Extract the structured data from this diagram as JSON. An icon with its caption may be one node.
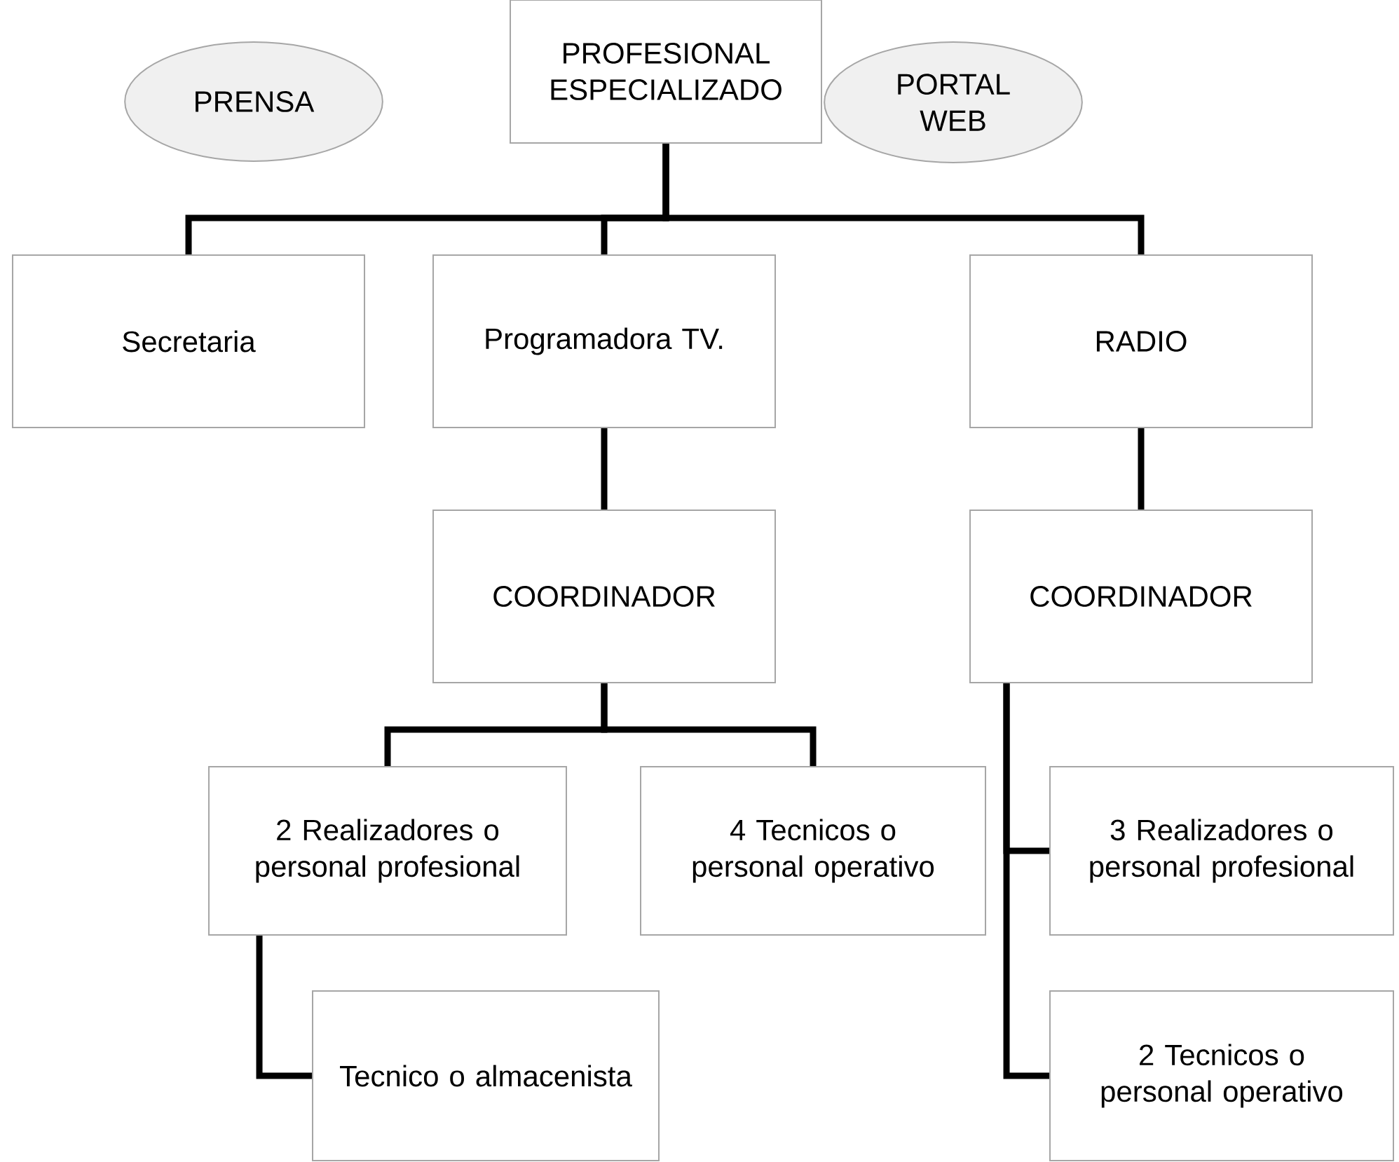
{
  "diagram": {
    "nodes": [
      {
        "text": [
          "PRENSA"
        ]
      },
      {
        "text": [
          "PROFESIONAL ESPECIALIZADO"
        ]
      },
      {
        "text": [
          "PORTAL WEB"
        ]
      },
      {
        "text": [
          "Secretaria"
        ]
      },
      {
        "text": [
          "Programadora TV."
        ]
      },
      {
        "text": [
          "RADIO"
        ]
      },
      {
        "text": [
          "COORDINADOR"
        ]
      },
      {
        "text": [
          "COORDINADOR"
        ]
      },
      {
        "text": [
          "2 Realizadores o personal profesional"
        ]
      },
      {
        "text": [
          "4 Tecnicos o personal operativo"
        ]
      },
      {
        "text": [
          "Tecnico o almacenista"
        ]
      },
      {
        "text": [
          "3 Realizadores o personal profesional"
        ]
      },
      {
        "text": [
          "2 Tecnicos o personal operativo"
        ]
      }
    ],
    "edges": [
      {
        "from": 1,
        "to": 3,
        "arrow": "none"
      },
      {
        "from": 1,
        "to": 4,
        "arrow": "none"
      },
      {
        "from": 1,
        "to": 5,
        "arrow": "none"
      },
      {
        "from": 4,
        "to": 6,
        "arrow": "none"
      },
      {
        "from": 5,
        "to": 7,
        "arrow": "none"
      },
      {
        "from": 6,
        "to": 8,
        "arrow": "none"
      },
      {
        "from": 6,
        "to": 9,
        "arrow": "none"
      },
      {
        "from": 8,
        "to": 10,
        "arrow": "none"
      },
      {
        "from": 7,
        "to": 11,
        "arrow": "none"
      },
      {
        "from": 7,
        "to": 12,
        "arrow": "none"
      }
    ]
  }
}
